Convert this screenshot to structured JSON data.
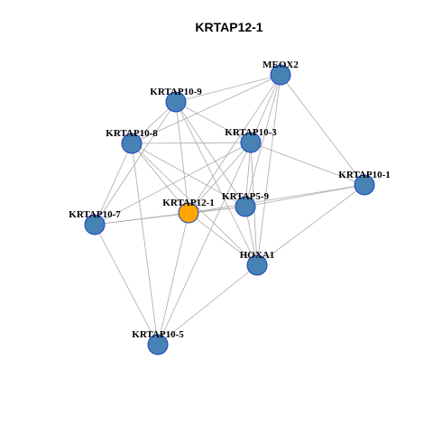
{
  "title": "KRTAP12-1",
  "colors": {
    "node": "#4682b4",
    "center": "#ffa500",
    "edge": "#aaaaaa",
    "border": "#1f3fbf"
  },
  "nodes": [
    {
      "id": "MEOX2",
      "label": "MEOX2",
      "center": false
    },
    {
      "id": "KRTAP10-9",
      "label": "KRTAP10-9",
      "center": false
    },
    {
      "id": "KRTAP10-8",
      "label": "KRTAP10-8",
      "center": false
    },
    {
      "id": "KRTAP10-3",
      "label": "KRTAP10-3",
      "center": false
    },
    {
      "id": "KRTAP10-1",
      "label": "KRTAP10-1",
      "center": false
    },
    {
      "id": "KRTAP10-7",
      "label": "KRTAP10-7",
      "center": false
    },
    {
      "id": "KRTAP12-1",
      "label": "KRTAP12-1",
      "center": true
    },
    {
      "id": "KRTAP5-9",
      "label": "KRTAP5-9",
      "center": false
    },
    {
      "id": "HOXA1",
      "label": "HOXA1",
      "center": false
    },
    {
      "id": "KRTAP10-5",
      "label": "KRTAP10-5",
      "center": false
    }
  ],
  "edges": [
    [
      "MEOX2",
      "KRTAP10-9"
    ],
    [
      "MEOX2",
      "KRTAP10-8"
    ],
    [
      "MEOX2",
      "KRTAP10-3"
    ],
    [
      "MEOX2",
      "KRTAP10-1"
    ],
    [
      "MEOX2",
      "KRTAP12-1"
    ],
    [
      "MEOX2",
      "KRTAP5-9"
    ],
    [
      "MEOX2",
      "HOXA1"
    ],
    [
      "KRTAP10-9",
      "KRTAP10-8"
    ],
    [
      "KRTAP10-9",
      "KRTAP10-3"
    ],
    [
      "KRTAP10-9",
      "KRTAP10-7"
    ],
    [
      "KRTAP10-9",
      "KRTAP12-1"
    ],
    [
      "KRTAP10-9",
      "KRTAP5-9"
    ],
    [
      "KRTAP10-9",
      "HOXA1"
    ],
    [
      "KRTAP10-8",
      "KRTAP10-3"
    ],
    [
      "KRTAP10-8",
      "KRTAP10-7"
    ],
    [
      "KRTAP10-8",
      "KRTAP12-1"
    ],
    [
      "KRTAP10-8",
      "KRTAP5-9"
    ],
    [
      "KRTAP10-8",
      "HOXA1"
    ],
    [
      "KRTAP10-8",
      "KRTAP10-5"
    ],
    [
      "KRTAP10-3",
      "KRTAP10-1"
    ],
    [
      "KRTAP10-3",
      "KRTAP10-7"
    ],
    [
      "KRTAP10-3",
      "KRTAP12-1"
    ],
    [
      "KRTAP10-3",
      "KRTAP5-9"
    ],
    [
      "KRTAP10-3",
      "HOXA1"
    ],
    [
      "KRTAP10-3",
      "KRTAP10-5"
    ],
    [
      "KRTAP10-1",
      "KRTAP12-1"
    ],
    [
      "KRTAP10-1",
      "KRTAP5-9"
    ],
    [
      "KRTAP10-1",
      "HOXA1"
    ],
    [
      "KRTAP10-7",
      "KRTAP12-1"
    ],
    [
      "KRTAP10-7",
      "KRTAP5-9"
    ],
    [
      "KRTAP10-7",
      "KRTAP10-5"
    ],
    [
      "KRTAP12-1",
      "KRTAP5-9"
    ],
    [
      "KRTAP12-1",
      "HOXA1"
    ],
    [
      "KRTAP12-1",
      "KRTAP10-5"
    ],
    [
      "KRTAP5-9",
      "HOXA1"
    ],
    [
      "HOXA1",
      "KRTAP10-5"
    ]
  ]
}
